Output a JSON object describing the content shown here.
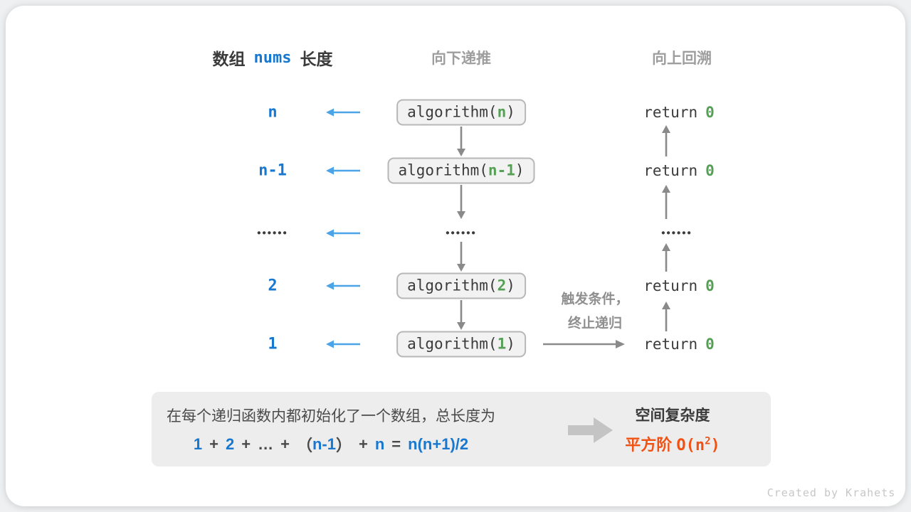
{
  "colors": {
    "accent_blue": "#1878cf",
    "arrow_blue": "#4ba3e8",
    "code_green": "#55a055",
    "result_orange": "#f05214",
    "arrow_gray": "#8a8a8a"
  },
  "headers": {
    "left_part1": "数组",
    "left_code": "nums",
    "left_part2": "长度",
    "middle": "向下递推",
    "right": "向上回溯"
  },
  "rows": [
    {
      "label": "n",
      "call_open": "algorithm(",
      "arg": "n",
      "call_close": ")",
      "ret_kw": "return",
      "ret_val": "0"
    },
    {
      "label": "n-1",
      "call_open": "algorithm(",
      "arg": "n-1",
      "call_close": ")",
      "ret_kw": "return",
      "ret_val": "0"
    },
    {
      "label": "••••••",
      "mid": "••••••",
      "right": "••••••"
    },
    {
      "label": "2",
      "call_open": "algorithm(",
      "arg": "2",
      "call_close": ")",
      "ret_kw": "return",
      "ret_val": "0"
    },
    {
      "label": "1",
      "call_open": "algorithm(",
      "arg": "1",
      "call_close": ")",
      "ret_kw": "return",
      "ret_val": "0"
    }
  ],
  "annotations": {
    "trigger_line1": "触发条件，",
    "trigger_line2": "终止递归"
  },
  "summary": {
    "line1": "在每个递归函数内都初始化了一个数组，总长度为",
    "formula": [
      {
        "t": "1"
      },
      {
        "t": "+"
      },
      {
        "t": "2"
      },
      {
        "t": "+"
      },
      {
        "t": "…"
      },
      {
        "t": "+"
      },
      {
        "t": "（"
      },
      {
        "t": "n-1"
      },
      {
        "t": "）"
      },
      {
        "t": "+"
      },
      {
        "t": "n"
      },
      {
        "t": "="
      },
      {
        "t": "n(n+1)/2"
      }
    ],
    "result_title": "空间复杂度",
    "result_prefix": "平方阶 ",
    "result_code_open": "O(n",
    "result_sup": "2",
    "result_code_close": ")"
  },
  "footer": {
    "credit": "Created by Krahets"
  }
}
